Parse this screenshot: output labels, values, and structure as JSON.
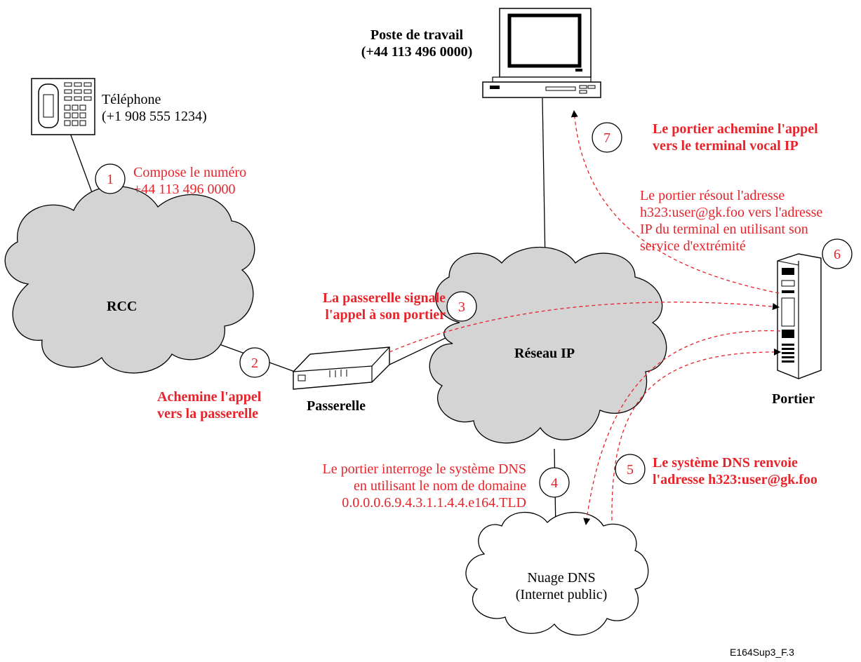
{
  "nodes": {
    "telephone": {
      "name": "Téléphone",
      "number": "(+1 908 555 1234)"
    },
    "workstation": {
      "name": "Poste de travail",
      "number": "(+44 113 496 0000)"
    },
    "pstn": {
      "name": "RCC"
    },
    "gateway": {
      "name": "Passerelle"
    },
    "ip_network": {
      "name": "Réseau IP"
    },
    "gatekeeper": {
      "name": "Portier"
    },
    "dns_cloud": {
      "line1": "Nuage DNS",
      "line2": "(Internet public)"
    }
  },
  "steps": [
    {
      "num": "1",
      "lines": [
        "Compose le numéro",
        "+44 113 496 0000"
      ]
    },
    {
      "num": "2",
      "lines": [
        "Achemine l'appel",
        "vers la passerelle"
      ]
    },
    {
      "num": "3",
      "lines": [
        "La passerelle signale",
        "l'appel à son portier"
      ]
    },
    {
      "num": "4",
      "lines": [
        "Le portier interroge le système DNS",
        "en utilisant le nom de domaine",
        "0.0.0.0.6.9.4.3.1.1.4.4.e164.TLD"
      ]
    },
    {
      "num": "5",
      "lines": [
        "Le système DNS renvoie",
        "l'adresse h323:user@gk.foo"
      ]
    },
    {
      "num": "6",
      "lines": [
        "Le portier résout l'adresse",
        "h323:user@gk.foo vers l'adresse",
        "IP du terminal en utilisant son",
        "service d'extrémité"
      ]
    },
    {
      "num": "7",
      "lines": [
        "Le portier achemine l'appel",
        "vers le terminal vocal IP"
      ]
    }
  ],
  "figure_ref": "E164Sup3_F.3",
  "colors": {
    "annotation_red": "#e8232a",
    "cloud_gray": "#d4d4d4",
    "line": "#000000"
  }
}
